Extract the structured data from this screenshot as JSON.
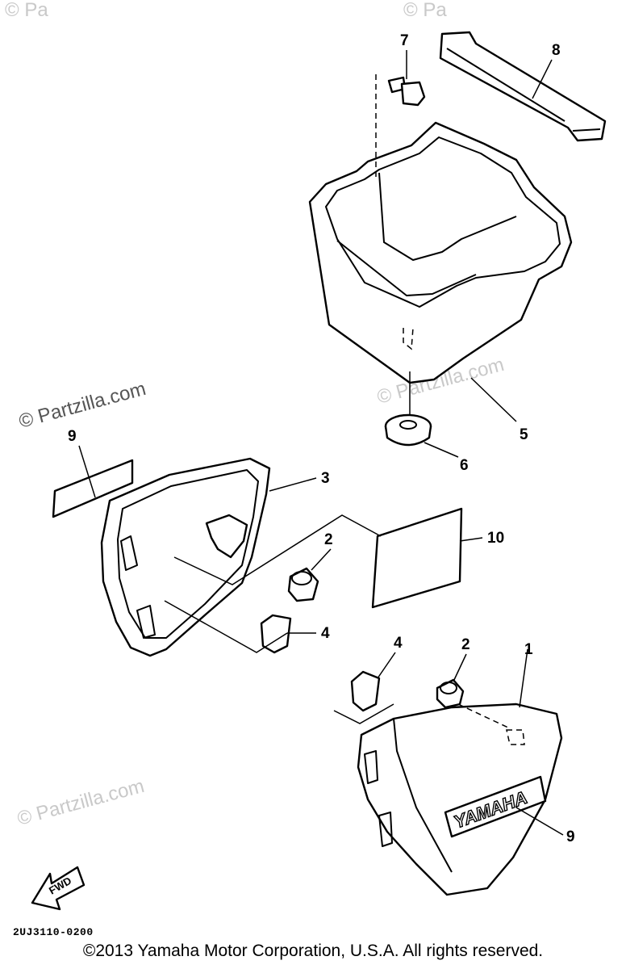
{
  "watermark": {
    "text": "© Partzilla.com",
    "partial_text": "© Pa"
  },
  "diagram": {
    "code": "2UJ3110-0200",
    "fwd_label": "FWD",
    "brand_label": "YAMAHA",
    "callouts": [
      "1",
      "2",
      "2",
      "3",
      "4",
      "4",
      "5",
      "6",
      "7",
      "8",
      "9",
      "9",
      "10"
    ]
  },
  "footer": {
    "copyright": "©2013 Yamaha Motor Corporation, U.S.A. All rights reserved."
  }
}
